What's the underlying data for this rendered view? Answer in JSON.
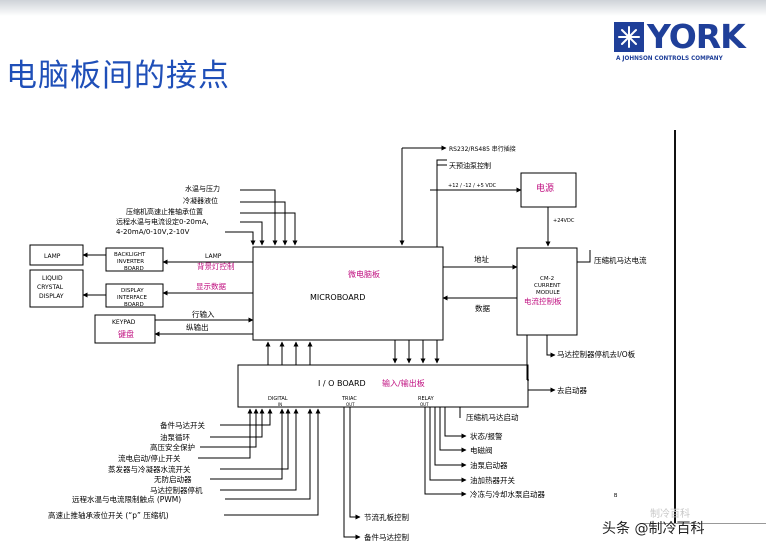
{
  "slide": {
    "title": "电脑板间的接点",
    "logo": {
      "brand": "YORK",
      "tagline": "A JOHNSON CONTROLS COMPANY"
    }
  },
  "diagram": {
    "microboard": {
      "label_cn": "微电脑板",
      "label_en": "MICROBOARD"
    },
    "ioboard": {
      "label_en": "I / O BOARD",
      "label_cn": "输入/输出板",
      "digital": "DIGITAL",
      "digital_sub": "IN",
      "triac": "TRIAC",
      "triac_sub": "OUT",
      "relay": "RELAY",
      "relay_sub": "OUT"
    },
    "lamp": "LAMP",
    "lcd": [
      "LIQUID",
      "CRYSTAL",
      "DISPLAY"
    ],
    "backlight": [
      "BACKLIGHT",
      "INVERTER",
      "BOARD"
    ],
    "display_board": [
      "DISPLAY",
      "INTERFACE",
      "BOARD"
    ],
    "keypad": {
      "en": "KEYPAD",
      "cn": "键盘"
    },
    "power": {
      "label": "电源",
      "input": "+12 / -12 / +5 VDC",
      "output": "+24VDC"
    },
    "current_module": {
      "en": [
        "CM-2",
        "CURRENT",
        "MODULE"
      ],
      "cn": "电流控制板",
      "motor_current": "压缩机马达电流"
    },
    "top_inputs": [
      "RS232/RS485 串行插接",
      "天预油泵控制"
    ],
    "left_inputs": [
      "水温与压力",
      "冷凝器液位",
      "压缩机高速止推轴承位置",
      "远程水温与电流设定0-20mA,",
      "4-20mA/0-10V,2-10V"
    ],
    "lamp_signal": {
      "en": "LAMP",
      "cn": "背景灯控制"
    },
    "display_signal": "显示数据",
    "key_in": "行输入",
    "key_out": "纵输出",
    "addr": "地址",
    "data": "数据",
    "cm_to_io": "马达控制器停机去I/O板",
    "fan": "去启动器",
    "comp_starter": "压缩机马达启动",
    "digital_inputs": [
      "备件马达开关",
      "油泵循环",
      "高压安全保护",
      "流电启动/停止开关",
      "蒸发器与冷凝器水流开关",
      "无防启动器",
      "马达控制器停机",
      "远程水温与电流限制触点 (PWM)",
      "高速止推轴承液位开关 (“p” 压缩机)"
    ],
    "relay_outputs": [
      "状态/报警",
      "电磁阀",
      "油泵启动器",
      "油加热器开关",
      "冷冻与冷却水泵启动器"
    ],
    "triac_outputs": [
      "节流孔板控制",
      "备件马达控制"
    ],
    "footnote": "B"
  },
  "watermark": {
    "text": "头条 @制冷百科",
    "ghost": "制冷百科"
  }
}
